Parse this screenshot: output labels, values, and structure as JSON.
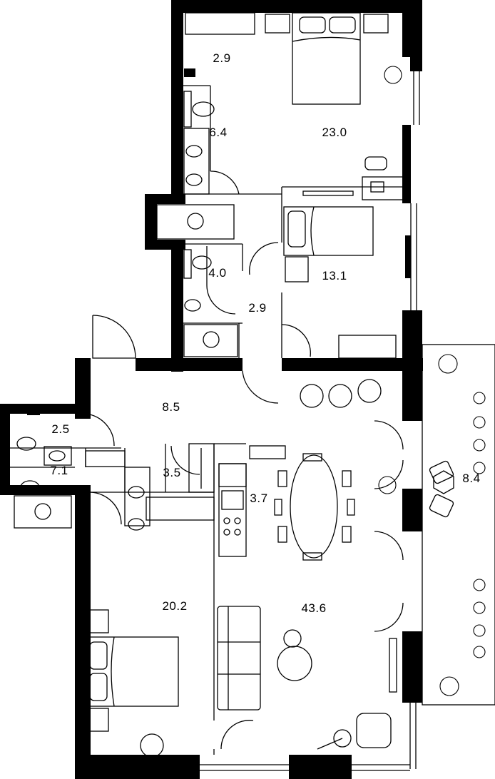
{
  "plan": {
    "rooms": [
      {
        "id": "storage-top",
        "area": "2.9"
      },
      {
        "id": "bedroom-main",
        "area": "23.0"
      },
      {
        "id": "bathroom-top",
        "area": "6.4"
      },
      {
        "id": "wc-small",
        "area": "4.0"
      },
      {
        "id": "hall-small",
        "area": "2.9"
      },
      {
        "id": "bedroom-second",
        "area": "13.1"
      },
      {
        "id": "hallway",
        "area": "8.5"
      },
      {
        "id": "wc-left",
        "area": "2.5"
      },
      {
        "id": "bathroom-left",
        "area": "7.1"
      },
      {
        "id": "wardrobe",
        "area": "3.5"
      },
      {
        "id": "kitchen",
        "area": "3.7"
      },
      {
        "id": "balcony",
        "area": "8.4"
      },
      {
        "id": "bedroom-left",
        "area": "20.2"
      },
      {
        "id": "living",
        "area": "43.6"
      }
    ],
    "colors": {
      "wall": "#000000",
      "line": "#000000",
      "background": "#ffffff"
    }
  }
}
